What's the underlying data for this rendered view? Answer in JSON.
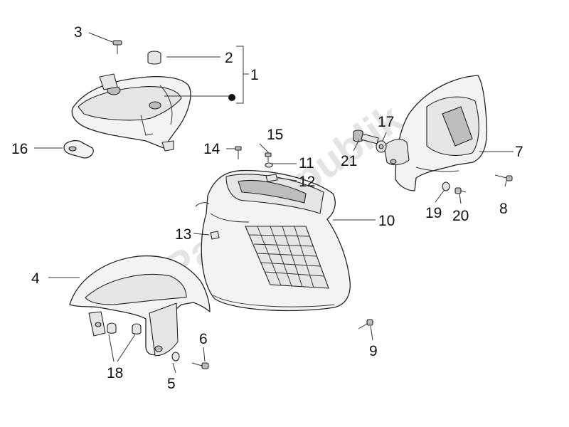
{
  "watermark": "PartsRepublik",
  "callouts": {
    "c1": "1",
    "c2": "2",
    "c3": "3",
    "c4": "4",
    "c5": "5",
    "c6": "6",
    "c7": "7",
    "c8": "8",
    "c9": "9",
    "c10": "10",
    "c11": "11",
    "c12": "12",
    "c13": "13",
    "c14": "14",
    "c15": "15",
    "c16": "16",
    "c17": "17",
    "c18": "18",
    "c19": "19",
    "c20": "20",
    "c21": "21"
  }
}
